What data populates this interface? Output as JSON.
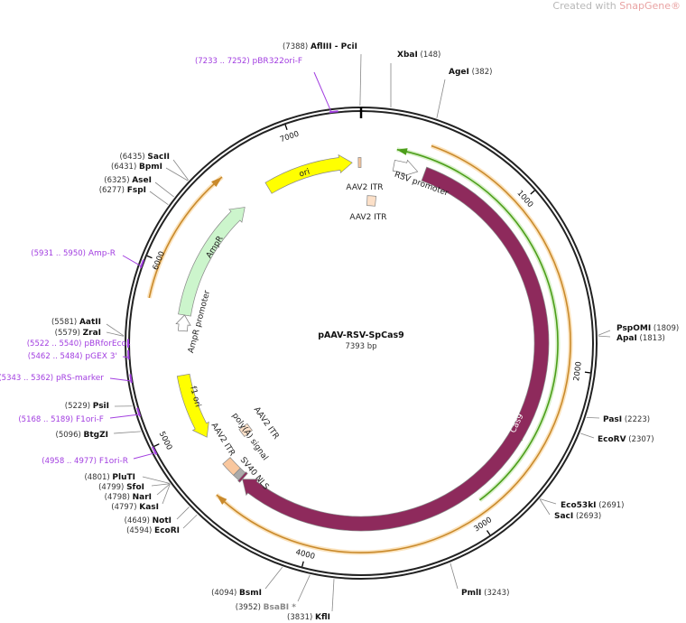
{
  "credit": {
    "prefix": "Created with ",
    "brand": "SnapGene®"
  },
  "plasmid": {
    "name": "pAAV-RSV-SpCas9",
    "size_label": "7393 bp",
    "length": 7393
  },
  "ticks": [
    1000,
    2000,
    3000,
    4000,
    5000,
    6000,
    7000
  ],
  "enzymes": [
    {
      "name": "AflIII  - PciI",
      "pos": 7388
    },
    {
      "name": "XbaI",
      "pos": 148
    },
    {
      "name": "AgeI",
      "pos": 382
    },
    {
      "name": "PspOMI",
      "pos": 1809
    },
    {
      "name": "ApaI",
      "pos": 1813
    },
    {
      "name": "PasI",
      "pos": 2223
    },
    {
      "name": "EcoRV",
      "pos": 2307
    },
    {
      "name": "Eco53kI",
      "pos": 2691
    },
    {
      "name": "SacI",
      "pos": 2693
    },
    {
      "name": "PmlI",
      "pos": 3243
    },
    {
      "name": "KflI",
      "pos": 3831
    },
    {
      "name": "BsaBI *",
      "pos": 3952
    },
    {
      "name": "BsmI",
      "pos": 4094
    },
    {
      "name": "EcoRI",
      "pos": 4594
    },
    {
      "name": "NotI",
      "pos": 4649
    },
    {
      "name": "KasI",
      "pos": 4797
    },
    {
      "name": "NarI",
      "pos": 4798
    },
    {
      "name": "SfoI",
      "pos": 4799
    },
    {
      "name": "PluTI",
      "pos": 4801
    },
    {
      "name": "BtgZI",
      "pos": 5096
    },
    {
      "name": "PsiI",
      "pos": 5229
    },
    {
      "name": "ZraI",
      "pos": 5579
    },
    {
      "name": "AatII",
      "pos": 5581
    },
    {
      "name": "FspI",
      "pos": 6277
    },
    {
      "name": "AseI",
      "pos": 6325
    },
    {
      "name": "BpmI",
      "pos": 6431
    },
    {
      "name": "SacII",
      "pos": 6435
    }
  ],
  "primers": [
    {
      "name": "pBR322ori-F",
      "range": "(7233 .. 7252)",
      "start": 7233,
      "end": 7252
    },
    {
      "name": "Amp-R",
      "range": "(5931 .. 5950)",
      "start": 5931,
      "end": 5950
    },
    {
      "name": "pBRforEco",
      "range": "(5522 .. 5540)",
      "start": 5522,
      "end": 5540
    },
    {
      "name": "pGEX 3'",
      "range": "(5462 .. 5484)",
      "start": 5462,
      "end": 5484
    },
    {
      "name": "pRS-marker",
      "range": "(5343 .. 5362)",
      "start": 5343,
      "end": 5362
    },
    {
      "name": "F1ori-F",
      "range": "(5168 .. 5189)",
      "start": 5168,
      "end": 5189
    },
    {
      "name": "F1ori-R",
      "range": "(4958 .. 4977)",
      "start": 4958,
      "end": 4977
    }
  ],
  "features": [
    {
      "name": "Cas9",
      "start": 420,
      "end": 4540,
      "dir": "cw",
      "color": "#8e2a5c"
    },
    {
      "name": "ori",
      "start": 6760,
      "end": 7335,
      "dir": "cw",
      "color": "#ffff00"
    },
    {
      "name": "AmpR",
      "start": 5730,
      "end": 6560,
      "dir": "cw",
      "color": "#ccf5cc"
    },
    {
      "name": "AmpR promoter",
      "start": 5625,
      "end": 5730,
      "dir": "cw",
      "color": "#ffffff"
    },
    {
      "name": "f1 ori",
      "start": 4900,
      "end": 5335,
      "dir": "ccw",
      "color": "#ffff00"
    },
    {
      "name": "RSV promoter",
      "start": 215,
      "end": 375,
      "dir": "cw",
      "color": "#ffffff"
    },
    {
      "name": "AAV2 ITR",
      "start": 7375,
      "end": 7393,
      "dir": "none",
      "color": "#f9c79e"
    },
    {
      "name": "AAV2 ITR",
      "start": 4600,
      "end": 4700,
      "dir": "none",
      "color": "#f9c79e"
    },
    {
      "name": "AAV2 ITR",
      "start": 4750,
      "end": 4820,
      "dir": "none",
      "color": "#fce0c8"
    },
    {
      "name": "AAV2 ITR",
      "start": 50,
      "end": 120,
      "dir": "none",
      "color": "#fce0c8"
    },
    {
      "name": "poly(A) signal",
      "start": 4555,
      "end": 4600,
      "dir": "none",
      "color": "#aaaaaa"
    },
    {
      "name": "SV40 NLS",
      "start": 4540,
      "end": 4555,
      "dir": "none",
      "color": "#8e2a5c"
    }
  ],
  "colors": {
    "backbone": "#222222",
    "primer": "#a23ee0",
    "orange_arc": "#c98a2c",
    "green_arc": "#4c9e1a"
  }
}
